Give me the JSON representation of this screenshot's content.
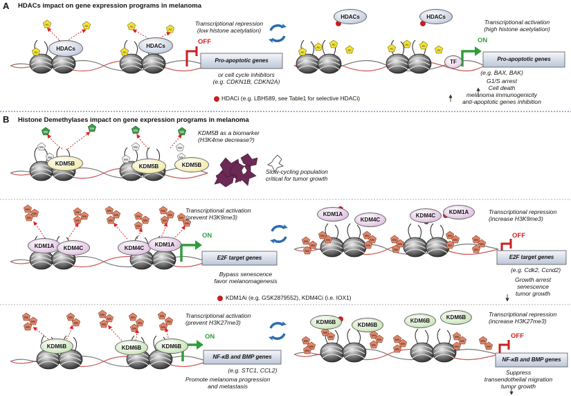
{
  "panel_a": {
    "letter": "A",
    "title": "HDACs impact on gene expression programs in melanoma",
    "left_note": [
      "Transcriptional repression",
      "(low histone acetylation)"
    ],
    "off_label": "OFF",
    "gene_box_left": "Pro-apoptotic genes",
    "inhibitors_note": [
      "or cell cycle inhibitors",
      "(e.g. CDKN1B, CDKN2A)"
    ],
    "right_note": [
      "Transcriptional activation",
      "(high histone acetylation)"
    ],
    "on_label": "ON",
    "gene_box_right": "Pro-apoptotic genes",
    "examples": "(e.g. BAX, BAK)",
    "outcomes": [
      "G1/S arrest",
      "Cell death",
      "melanoma immunogenicity",
      "anti-apoptotic genes inhibition"
    ],
    "legend": "HDACi (e.g. LBH589, see Table1 for selective HDACi)",
    "enzyme": "HDACs",
    "tf_label": "TF",
    "mark_label": "Ac"
  },
  "panel_b": {
    "letter": "B",
    "title": "Histone Demethylases impact on gene expression programs in melanoma",
    "mark_label": "Me",
    "kdm5": {
      "enzyme": "KDM5B",
      "biomarker_note": [
        "KDM5B as a biomarker",
        "(H3K4me decrease?)"
      ],
      "slow_note": [
        "Slow-cycling population",
        "critical for tumor growth"
      ]
    },
    "kdm1": {
      "enzymes": [
        "KDM1A",
        "KDM4C"
      ],
      "left_note": [
        "Transcriptional activation",
        "(prevent H3K9me3)"
      ],
      "on_label": "ON",
      "gene_box_left": "E2F target genes",
      "left_outcome": [
        "Bypass senescence",
        "favor melanomagenesis"
      ],
      "legend": "KDM1Ai (e.g. GSK2879552), KDM4Ci (i.e. IOX1)",
      "right_note": [
        "Transcriptional repression",
        "(increase H3K9me3)"
      ],
      "off_label": "OFF",
      "gene_box_right": "E2F target genes",
      "examples": "(e.g. Cdk2, Ccnd2)",
      "right_outcome": [
        "Growth arrest",
        "senescence",
        "tumor growth"
      ]
    },
    "kdm6": {
      "enzyme": "KDM6B",
      "left_note": [
        "Transcriptional activation",
        "(prevent H3K27me3)"
      ],
      "on_label": "ON",
      "gene_box_left": "NF-κB and BMP genes",
      "examples": "(e.g. STC1, CCL2)",
      "left_outcome": [
        "Promote melanoma progression",
        "and metastasis"
      ],
      "right_note": [
        "Transcriptional repression",
        "(increase H3K27me3)"
      ],
      "off_label": "OFF",
      "gene_box_right": "NF-κB and BMP genes",
      "right_outcome": [
        "Suppress",
        "transendothelial migration",
        "tumor growth"
      ]
    }
  },
  "colors": {
    "on_arrow": "#2e9e3a",
    "off_arrow": "#cc1e1e",
    "inhibitor_dot": "#c62020",
    "acetyl": "#f2e33a",
    "methyl": "#e0876a",
    "kdm5_methyl": "#3f9a4a",
    "divider": "#2b5aa8",
    "cycle_arrows": "#2b6cb3",
    "tumor_cells": "#6b2a55"
  }
}
